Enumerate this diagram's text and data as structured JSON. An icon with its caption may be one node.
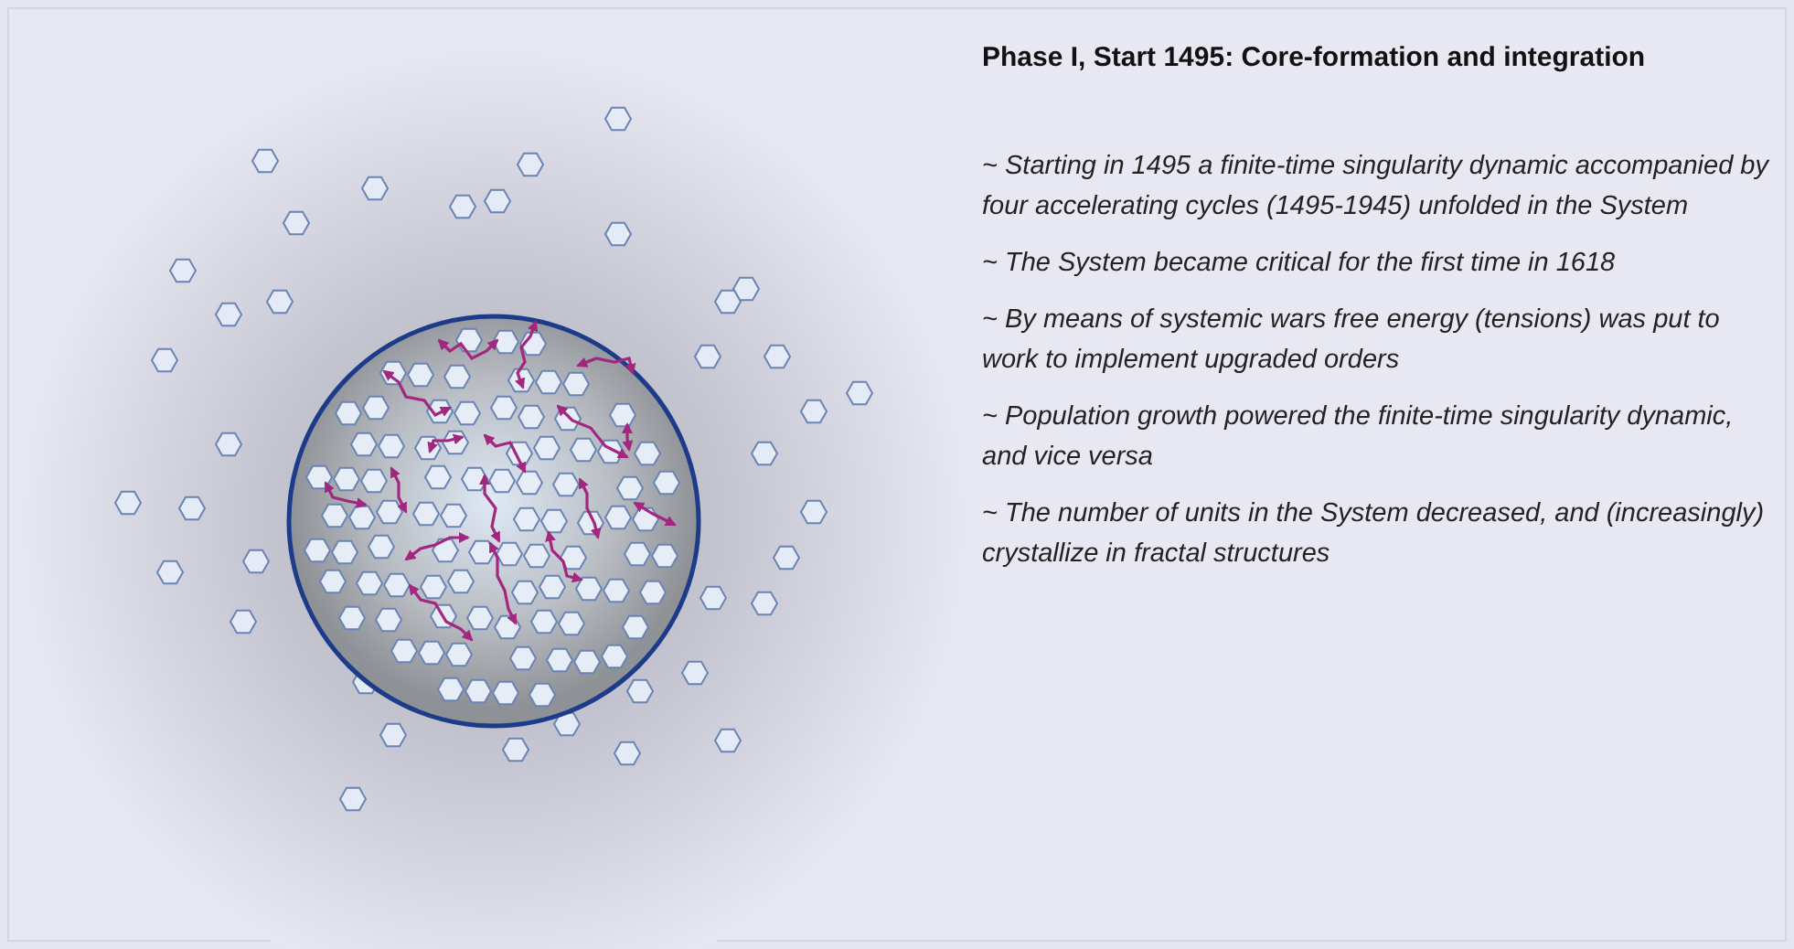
{
  "diagram": {
    "title": "Phase I, Start 1495: Core-formation and integration",
    "labels": [
      "~ Starting in 1495 a finite-time singularity dynamic accompanied by four accelerating cycles (1495-1945) unfolded in the System",
      "~ The System became critical for the first time in 1618",
      "~ By means of systemic wars free energy (tensions) was put to work to implement upgraded orders",
      "~ Population growth powered the finite-time singularity dynamic, and vice versa",
      "~ The number of units in the System decreased, and (increasingly) crystallize in fractal structures"
    ]
  }
}
